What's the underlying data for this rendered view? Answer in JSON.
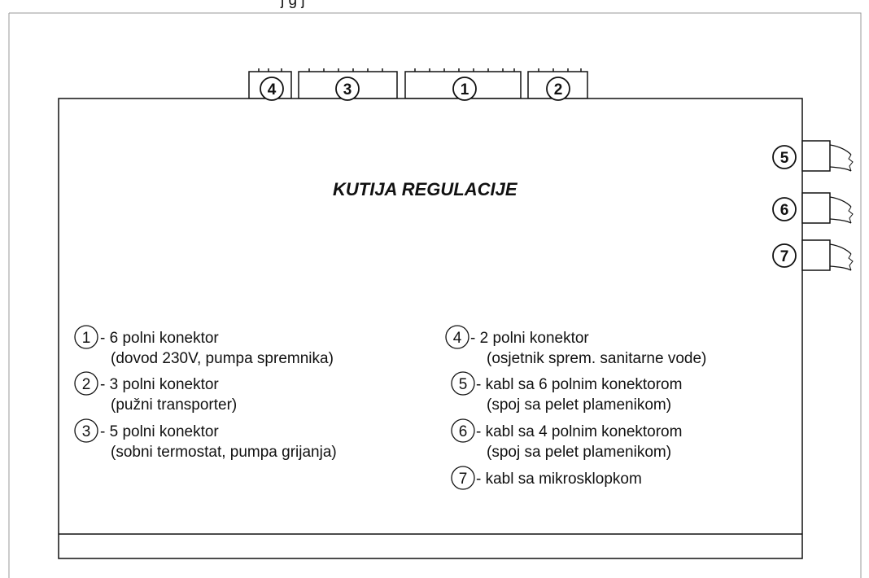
{
  "header_fragment": "j g j",
  "box_title": "KUTIJA REGULACIJE",
  "top_connectors": [
    {
      "number": "4"
    },
    {
      "number": "3"
    },
    {
      "number": "1"
    },
    {
      "number": "2"
    }
  ],
  "side_connectors": [
    {
      "number": "5"
    },
    {
      "number": "6"
    },
    {
      "number": "7"
    }
  ],
  "legend_left": [
    {
      "number": "1",
      "line1": "- 6 polni konektor",
      "line2": "(dovod 230V, pumpa spremnika)"
    },
    {
      "number": "2",
      "line1": "- 3 polni konektor",
      "line2": "(pužni transporter)"
    },
    {
      "number": "3",
      "line1": "- 5 polni konektor",
      "line2": "(sobni termostat, pumpa grijanja)"
    }
  ],
  "legend_right": [
    {
      "number": "4",
      "line1": "- 2 polni konektor",
      "line2": "(osjetnik sprem. sanitarne vode)"
    },
    {
      "number": "5",
      "line1": "- kabl sa 6 polnim konektorom",
      "line2": "(spoj sa pelet plamenikom)"
    },
    {
      "number": "6",
      "line1": "- kabl sa 4 polnim konektorom",
      "line2": "(spoj sa pelet plamenikom)"
    },
    {
      "number": "7",
      "line1": "- kabl sa mikrosklopkom",
      "line2": ""
    }
  ]
}
